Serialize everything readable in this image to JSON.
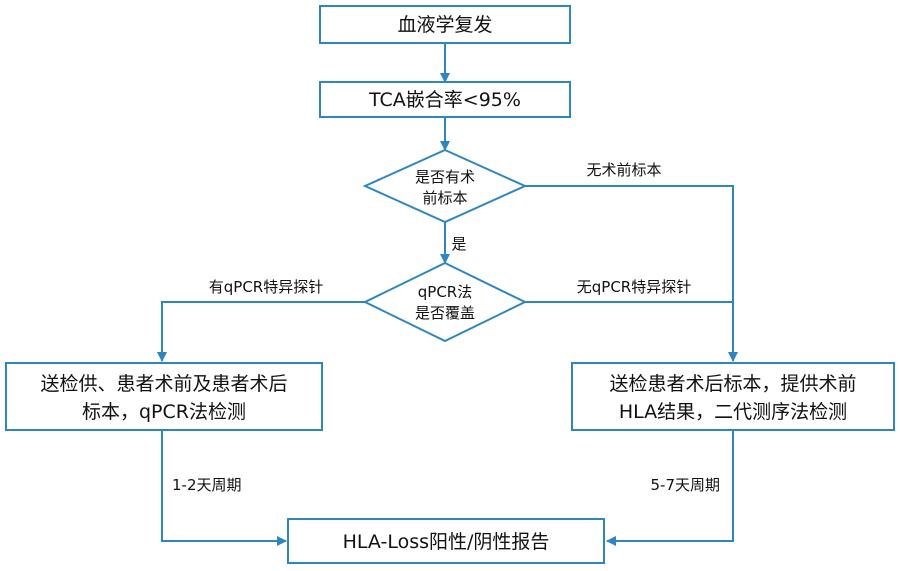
{
  "colors": {
    "border": "#2e86c1",
    "line": "#2e86c1",
    "text": "#111111",
    "background": "#ffffff"
  },
  "nodes": {
    "relapse": "血液学复发",
    "tca": "TCA嵌合率<95%",
    "preop_q": {
      "line1": "是否有术",
      "line2": "前标本"
    },
    "qpcr_q": {
      "line1": "qPCR法",
      "line2": "是否覆盖"
    },
    "left_box": {
      "line1": "送检供、患者术前及患者术后",
      "line2": "标本，qPCR法检测"
    },
    "right_box": {
      "line1": "送检患者术后标本，提供术前",
      "line2": "HLA结果，二代测序法检测"
    },
    "report": "HLA-Loss阳性/阴性报告"
  },
  "edges": {
    "no_preop": "无术前标本",
    "yes": "是",
    "has_probe": "有qPCR特异探针",
    "no_probe": "无qPCR特异探针",
    "left_cycle": "1-2天周期",
    "right_cycle": "5-7天周期"
  }
}
